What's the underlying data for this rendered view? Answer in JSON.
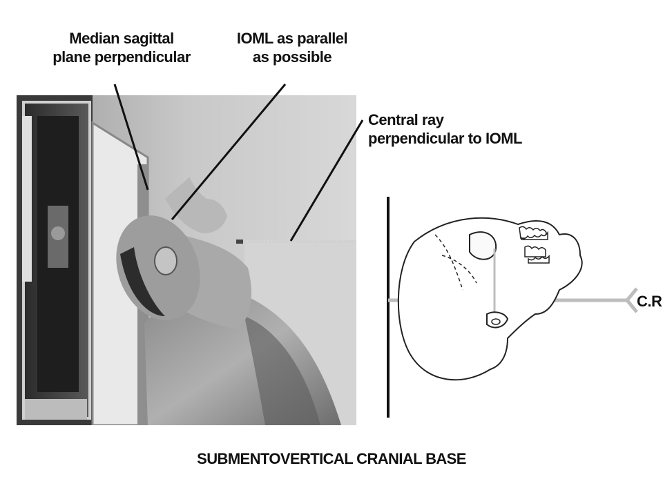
{
  "labels": {
    "median_line1": "Median sagittal",
    "median_line2": "plane perpendicular",
    "ioml_line1": "IOML as parallel",
    "ioml_line2": "as possible",
    "central_line1": "Central ray",
    "central_line2": "perpendicular to IOML",
    "cr": "C.R"
  },
  "caption": "SUBMENTOVERTICAL CRANIAL BASE",
  "colors": {
    "text": "#111111",
    "pointer_lines": "#111111",
    "central_ray_line": "#bdbdbd",
    "skull_outline": "#222222"
  },
  "icons": {
    "photo": "patient-positioning-photo",
    "skull": "skull-lateral-diagram"
  }
}
